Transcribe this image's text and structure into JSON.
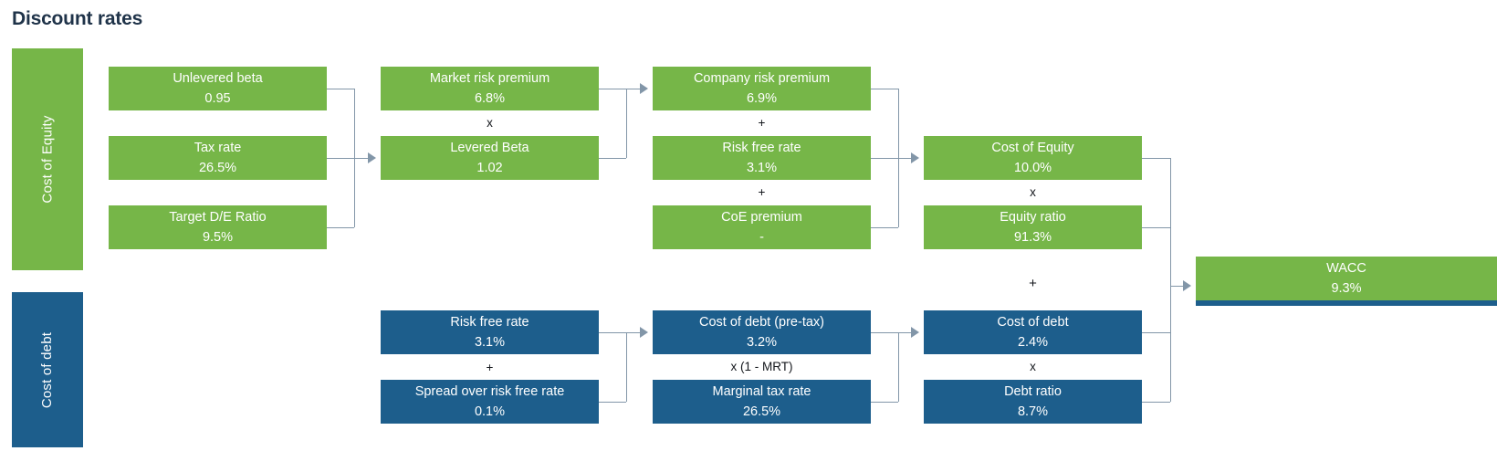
{
  "title": "Discount rates",
  "colors": {
    "equity": "#76b648",
    "debt": "#1d5e8c",
    "title": "#1f3349",
    "connector": "#8296a8"
  },
  "bands": {
    "equity": "Cost of Equity",
    "debt": "Cost of debt"
  },
  "equity": {
    "inputs": [
      {
        "label": "Unlevered beta",
        "value": "0.95"
      },
      {
        "label": "Tax rate",
        "value": "26.5%"
      },
      {
        "label": "Target D/E Ratio",
        "value": "9.5%"
      }
    ],
    "beta": [
      {
        "label": "Market risk premium",
        "value": "6.8%"
      },
      {
        "label": "Levered Beta",
        "value": "1.02"
      }
    ],
    "beta_operator": "x",
    "premium": [
      {
        "label": "Company risk premium",
        "value": "6.9%"
      },
      {
        "label": "Risk free rate",
        "value": "3.1%"
      },
      {
        "label": "CoE premium",
        "value": "-"
      }
    ],
    "premium_operators": [
      "+",
      "+"
    ],
    "result": [
      {
        "label": "Cost of Equity",
        "value": "10.0%"
      },
      {
        "label": "Equity ratio",
        "value": "91.3%"
      }
    ],
    "result_operator": "x"
  },
  "debt": {
    "inputs": [
      {
        "label": "Risk free rate",
        "value": "3.1%"
      },
      {
        "label": "Spread over risk free rate",
        "value": "0.1%"
      }
    ],
    "inputs_operator": "+",
    "pretax": [
      {
        "label": "Cost of debt (pre-tax)",
        "value": "3.2%"
      },
      {
        "label": "Marginal tax rate",
        "value": "26.5%"
      }
    ],
    "pretax_operator": "x (1 - MRT)",
    "result": [
      {
        "label": "Cost of debt",
        "value": "2.4%"
      },
      {
        "label": "Debt ratio",
        "value": "8.7%"
      }
    ],
    "result_operator": "x"
  },
  "wacc_operator": "+",
  "wacc": {
    "label": "WACC",
    "value": "9.3%"
  }
}
